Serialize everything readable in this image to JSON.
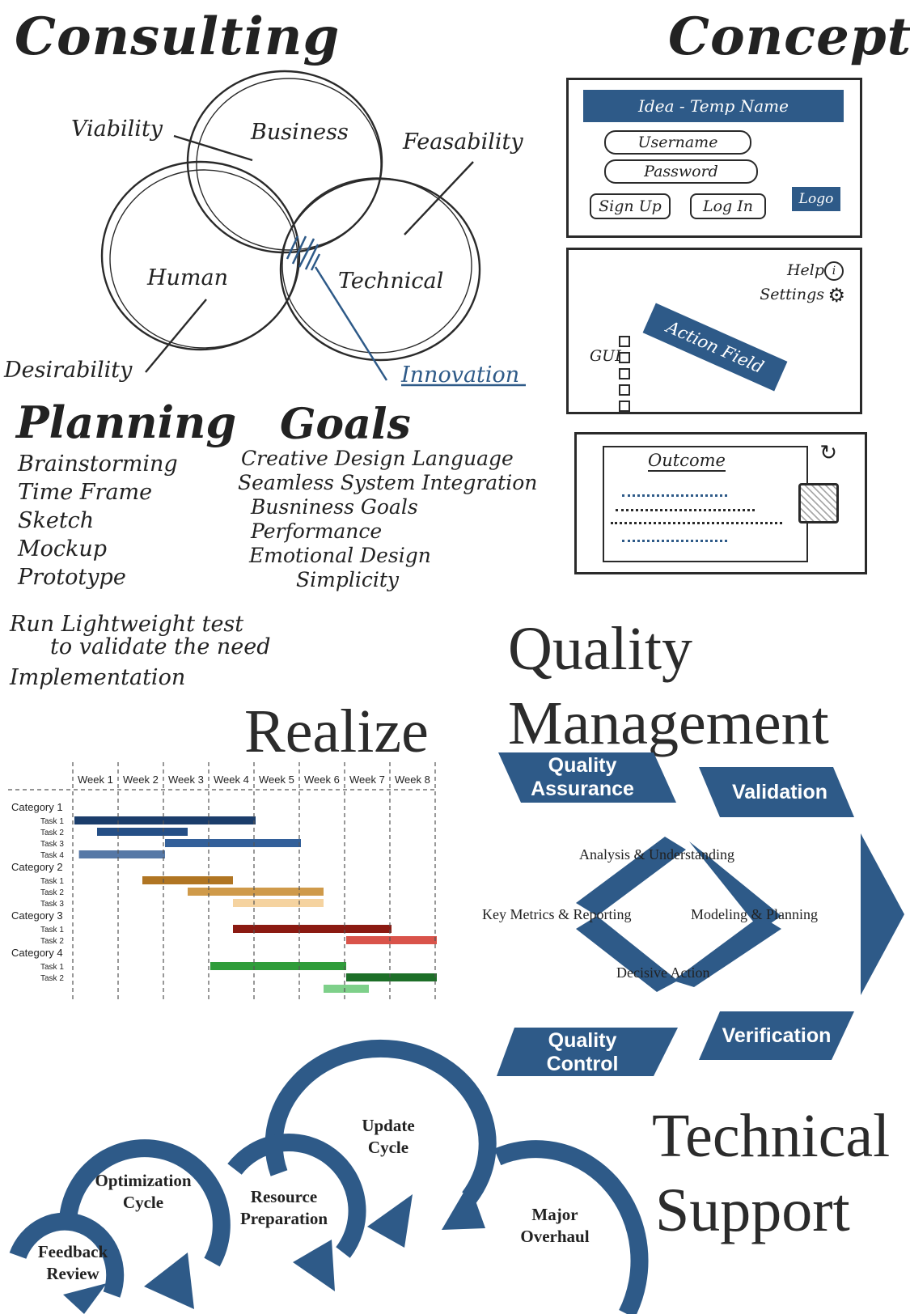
{
  "consulting": {
    "title": "Consulting",
    "circles": [
      "Business",
      "Human",
      "Technical"
    ],
    "aspects": [
      "Viability",
      "Feasability",
      "Desirability"
    ],
    "result": "Innovation"
  },
  "concept": {
    "title": "Concept",
    "login": {
      "header": "Idea - Temp Name",
      "username": "Username",
      "password": "Password",
      "sign_up": "Sign Up",
      "log_in": "Log In",
      "logo": "Logo"
    },
    "main": {
      "help": "Help",
      "settings": "Settings",
      "action_field": "Action Field",
      "gui": "GUI"
    },
    "outcome": {
      "title": "Outcome"
    }
  },
  "planning": {
    "title": "Planning",
    "items": [
      "Brainstorming",
      "Time Frame",
      "Sketch",
      "Mockup",
      "Prototype",
      "Run Lightweight test",
      "to validate the need",
      "Implementation"
    ]
  },
  "goals": {
    "title": "Goals",
    "items": [
      "Creative Design Language",
      "Seamless System Integration",
      "Busniness Goals",
      "Performance",
      "Emotional Design",
      "Simplicity"
    ]
  },
  "realize": {
    "title": "Realize",
    "chart_data": {
      "type": "gantt",
      "weeks": [
        "Week 1",
        "Week 2",
        "Week 3",
        "Week 4",
        "Week 5",
        "Week 6",
        "Week 7",
        "Week 8"
      ],
      "categories": [
        {
          "name": "Category 1",
          "tasks": [
            {
              "name": "Task 1",
              "start": 0,
              "end": 4,
              "color": "#1b3d6b"
            },
            {
              "name": "Task 2",
              "start": 0.5,
              "end": 2.5,
              "color": "#254f86"
            },
            {
              "name": "Task 3",
              "start": 2,
              "end": 5,
              "color": "#33609a"
            },
            {
              "name": "Task 4",
              "start": 0.1,
              "end": 2,
              "color": "#5678a6"
            }
          ]
        },
        {
          "name": "Category 2",
          "tasks": [
            {
              "name": "Task 1",
              "start": 1.5,
              "end": 3.5,
              "color": "#b07523"
            },
            {
              "name": "Task 2",
              "start": 2.5,
              "end": 5.5,
              "color": "#cf9a4a"
            },
            {
              "name": "Task 3",
              "start": 3.5,
              "end": 5.5,
              "color": "#f5d3a0"
            }
          ]
        },
        {
          "name": "Category 3",
          "tasks": [
            {
              "name": "Task 1",
              "start": 3.5,
              "end": 7,
              "color": "#8b1a12"
            },
            {
              "name": "Task 2",
              "start": 6,
              "end": 8,
              "color": "#d9534a"
            }
          ]
        },
        {
          "name": "Category 4",
          "tasks": [
            {
              "name": "Task 1",
              "start": 3,
              "end": 6,
              "color": "#2f9c3a"
            },
            {
              "name": "Task 2",
              "start": 6,
              "end": 8,
              "color": "#1d6f28"
            },
            {
              "name": "",
              "start": 5.5,
              "end": 6.5,
              "color": "#7ed08a"
            }
          ]
        }
      ]
    }
  },
  "quality": {
    "title_1": "Quality",
    "title_2": "Management",
    "assurance": "Quality Assurance",
    "validation": "Validation",
    "control": "Quality Control",
    "verification": "Verification",
    "diamond": [
      "Analysis & Understanding",
      "Modeling & Planning",
      "Decisive Action",
      "Key Metrics & Reporting"
    ],
    "color": "#2e5a88"
  },
  "support": {
    "title_1": "Technical",
    "title_2": "Support",
    "cycles": [
      "Feedback Review",
      "Optimization Cycle",
      "Resource Preparation",
      "Update Cycle",
      "Major Overhaul"
    ]
  }
}
